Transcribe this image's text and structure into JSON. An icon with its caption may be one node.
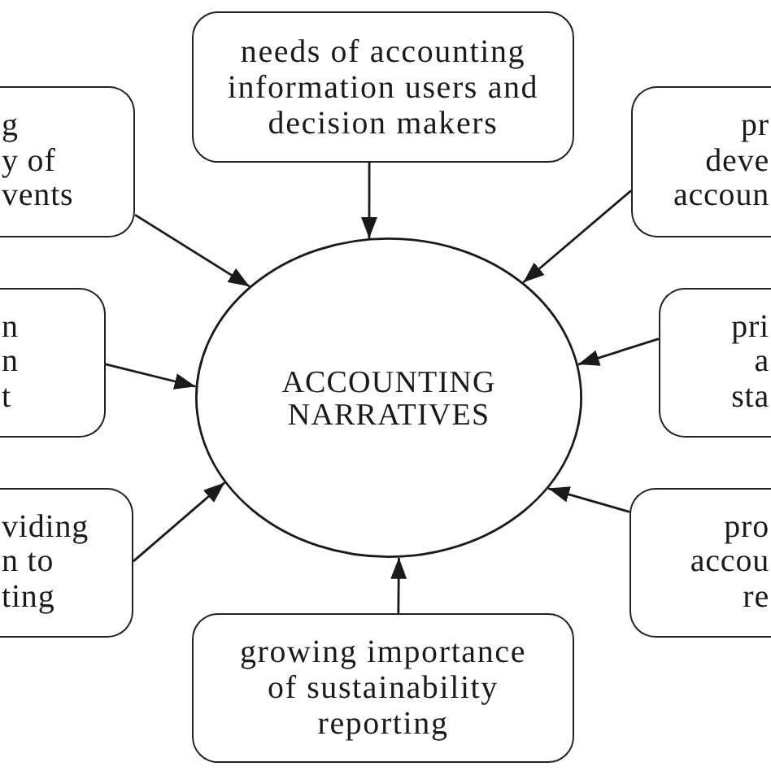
{
  "diagram": {
    "nodes": [
      {
        "text": [
          "needs of accounting information users and decision makers"
        ]
      },
      {
        "text": [
          "g",
          "y of",
          "vents"
        ]
      },
      {
        "text": [
          "pr",
          "deve",
          "accoun"
        ]
      },
      {
        "text": [
          "n",
          "n",
          "t"
        ]
      },
      {
        "text": [
          "ACCOUNTING NARRATIVES"
        ]
      },
      {
        "text": [
          "pri",
          "a",
          "sta"
        ]
      },
      {
        "text": [
          "viding",
          "n to",
          "ting"
        ]
      },
      {
        "text": [
          "pro",
          "accou",
          "re"
        ]
      },
      {
        "text": [
          "growing importance of sustainability reporting"
        ]
      }
    ],
    "edges": [
      {
        "from": 0,
        "to": 4,
        "arrow": "to"
      },
      {
        "from": 1,
        "to": 4,
        "arrow": "to"
      },
      {
        "from": 2,
        "to": 4,
        "arrow": "to"
      },
      {
        "from": 3,
        "to": 4,
        "arrow": "to"
      },
      {
        "from": 5,
        "to": 4,
        "arrow": "to"
      },
      {
        "from": 6,
        "to": 4,
        "arrow": "to"
      },
      {
        "from": 7,
        "to": 4,
        "arrow": "to"
      },
      {
        "from": 8,
        "to": 4,
        "arrow": "to"
      }
    ]
  }
}
